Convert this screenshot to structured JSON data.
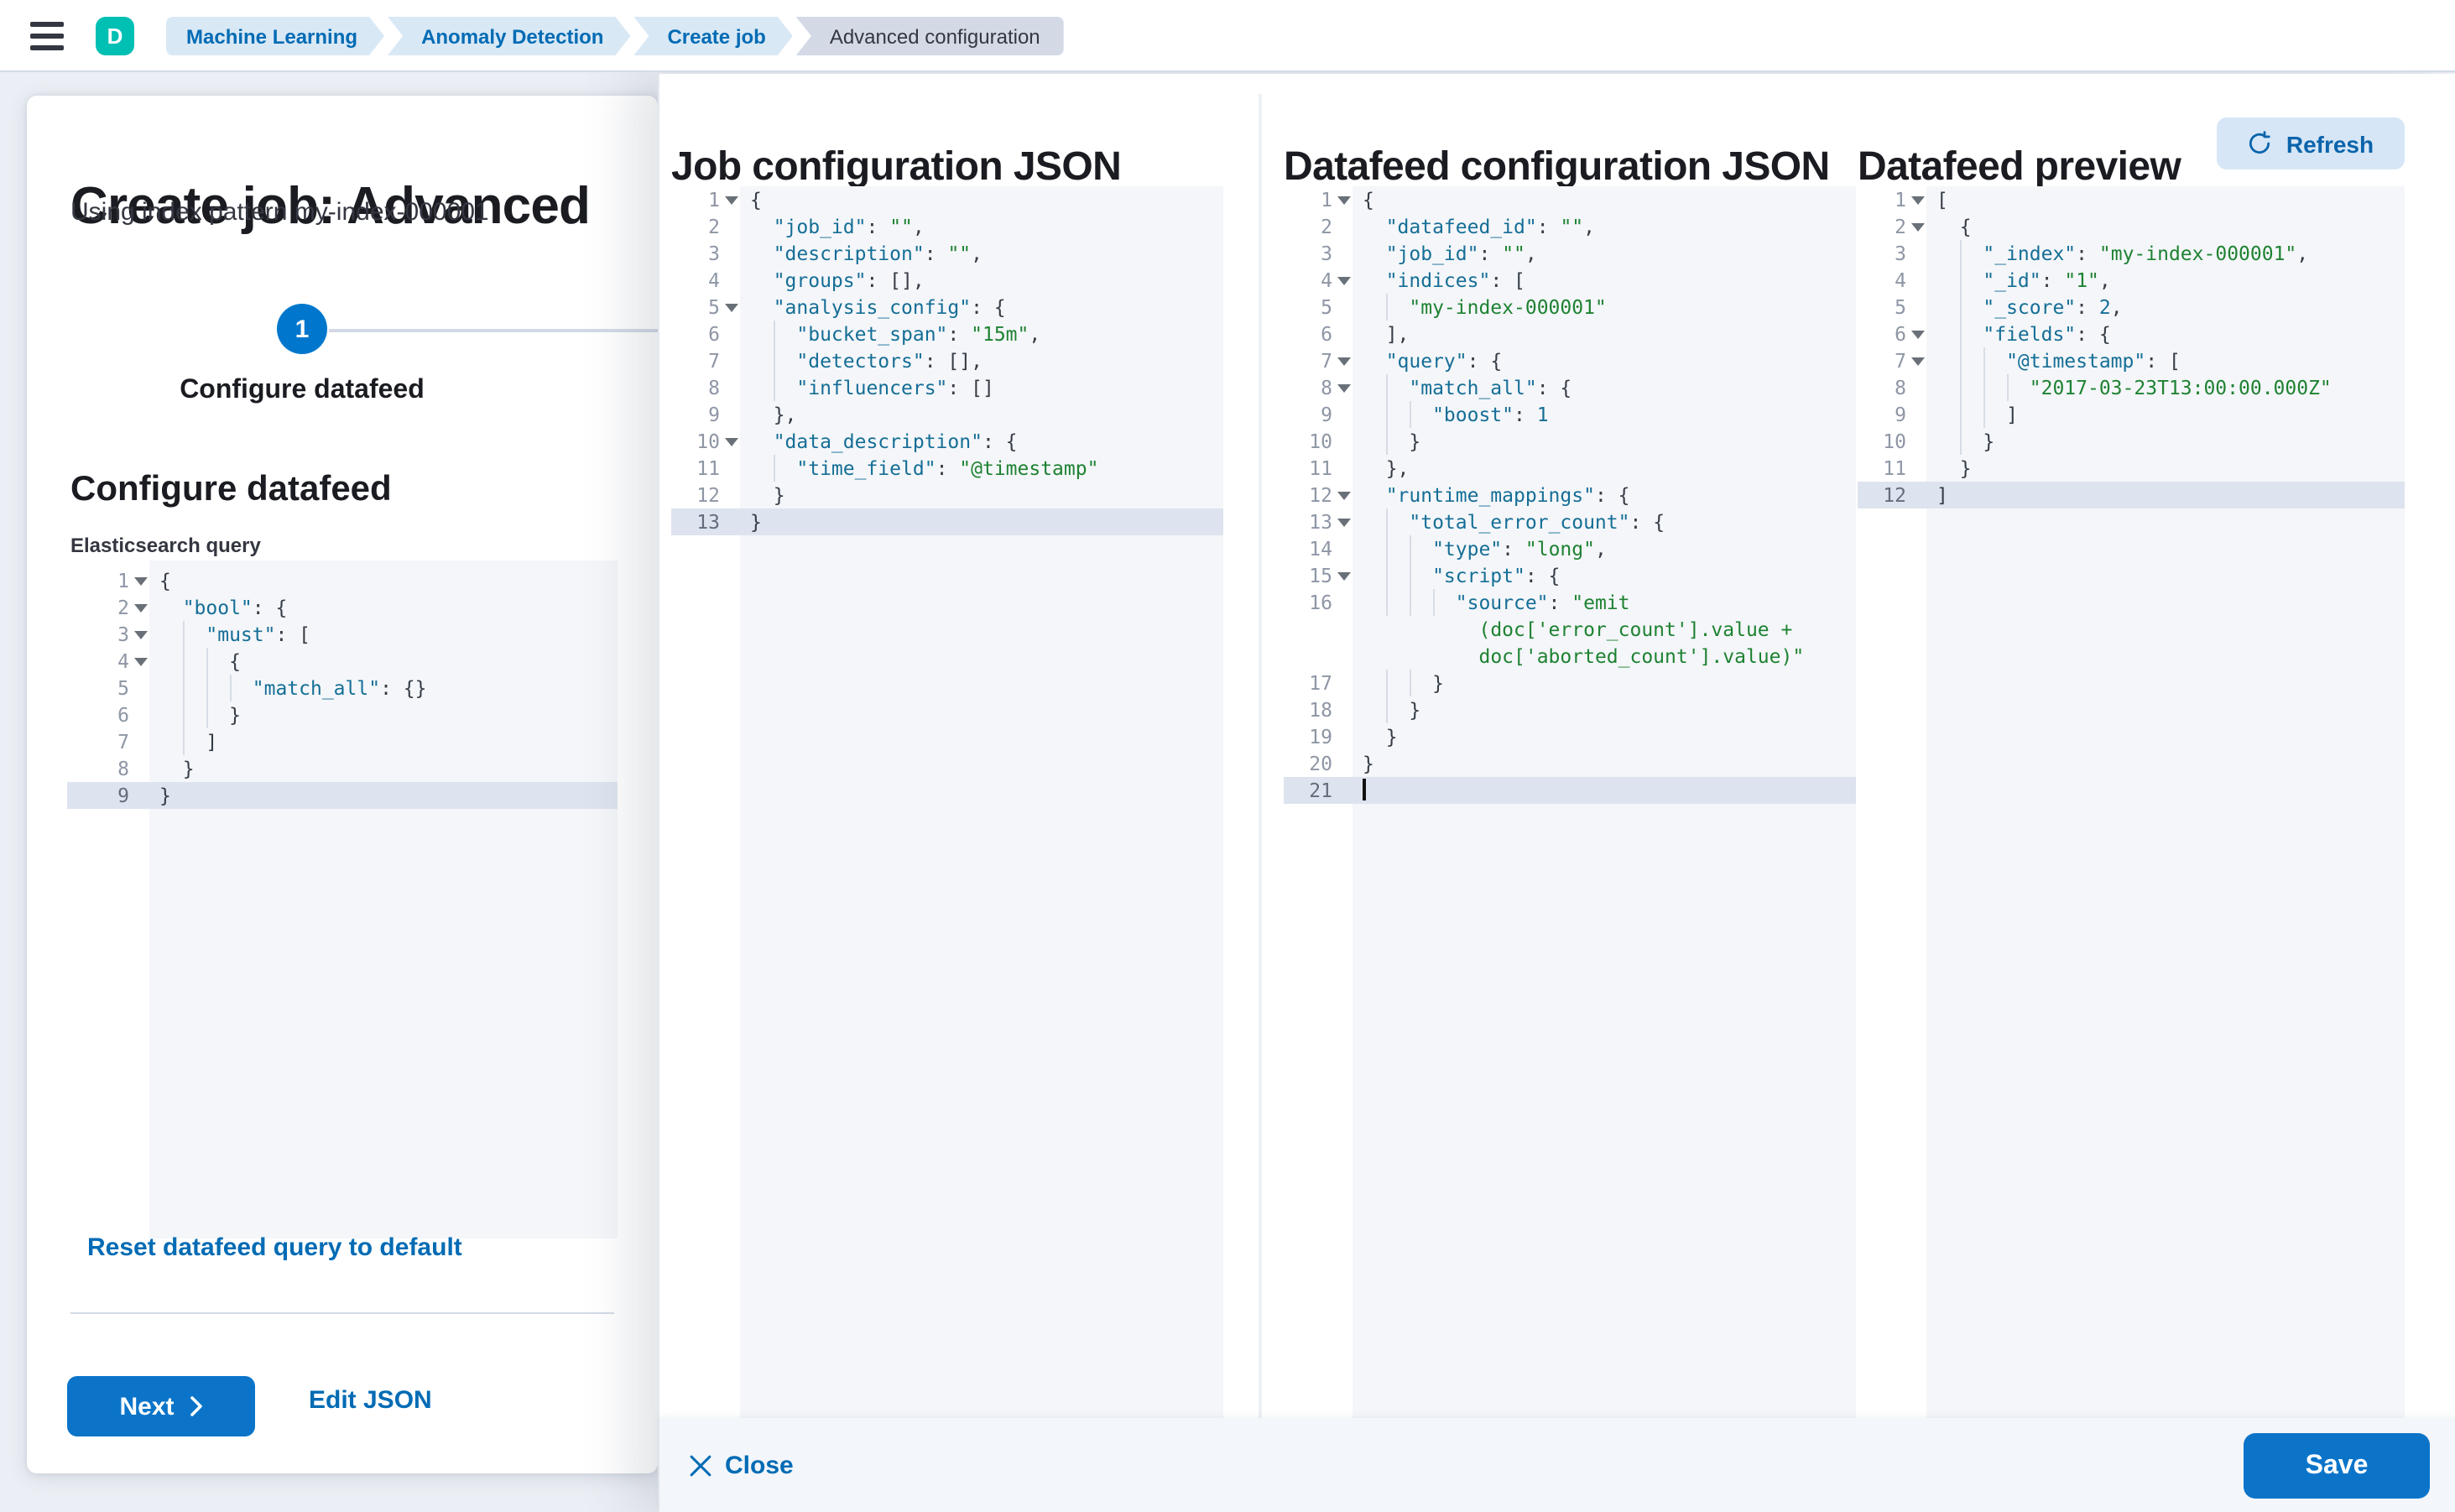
{
  "topbar": {
    "space_badge": "D",
    "breadcrumbs": [
      {
        "label": "Machine Learning"
      },
      {
        "label": "Anomaly Detection"
      },
      {
        "label": "Create job"
      },
      {
        "label": "Advanced configuration"
      }
    ]
  },
  "wizard": {
    "title": "Create job: Advanced",
    "subtitle": "Using index pattern my-index-000001",
    "step_number": "1",
    "step_label": "Configure datafeed",
    "section_title": "Configure datafeed",
    "query_label": "Elasticsearch query",
    "reset_link": "Reset datafeed query to default",
    "next_button": "Next",
    "edit_json_link": "Edit JSON"
  },
  "panels": {
    "job_config_title": "Job configuration JSON",
    "datafeed_config_title": "Datafeed configuration JSON",
    "preview_title": "Datafeed preview",
    "refresh_button": "Refresh"
  },
  "footer": {
    "close_label": "Close",
    "save_label": "Save"
  },
  "colors": {
    "primary": "#0077CC",
    "accent_teal_badge": "#00BFB3",
    "link": "#006BB4",
    "breadcrumb_blue_bg": "#d9e8f5",
    "breadcrumb_gray_bg": "#d3dae6",
    "editor_bg": "#f4f6f9",
    "active_line": "#dde4ef",
    "code_key": "#156e96",
    "code_string": "#1e8232"
  },
  "editors": {
    "es_query": {
      "rows": [
        {
          "n": "1",
          "f": true,
          "i": 0,
          "t": [
            [
              "p",
              "{"
            ]
          ]
        },
        {
          "n": "2",
          "f": true,
          "i": 1,
          "t": [
            [
              "k",
              "\"bool\""
            ],
            [
              "p",
              ": {"
            ]
          ]
        },
        {
          "n": "3",
          "f": true,
          "i": 2,
          "t": [
            [
              "k",
              "\"must\""
            ],
            [
              "p",
              ": ["
            ]
          ]
        },
        {
          "n": "4",
          "f": true,
          "i": 3,
          "t": [
            [
              "p",
              "{"
            ]
          ]
        },
        {
          "n": "5",
          "i": 4,
          "t": [
            [
              "k",
              "\"match_all\""
            ],
            [
              "p",
              ": {}"
            ]
          ]
        },
        {
          "n": "6",
          "i": 3,
          "t": [
            [
              "p",
              "}"
            ]
          ]
        },
        {
          "n": "7",
          "i": 2,
          "t": [
            [
              "p",
              "]"
            ]
          ]
        },
        {
          "n": "8",
          "i": 1,
          "t": [
            [
              "p",
              "}"
            ]
          ]
        },
        {
          "n": "9",
          "a": true,
          "i": 0,
          "t": [
            [
              "p",
              "}"
            ]
          ]
        }
      ]
    },
    "job_config": {
      "rows": [
        {
          "n": "1",
          "f": true,
          "i": 0,
          "t": [
            [
              "p",
              "{"
            ]
          ]
        },
        {
          "n": "2",
          "i": 1,
          "t": [
            [
              "k",
              "\"job_id\""
            ],
            [
              "p",
              ": "
            ],
            [
              "s",
              "\"\""
            ],
            [
              "p",
              ","
            ]
          ]
        },
        {
          "n": "3",
          "i": 1,
          "t": [
            [
              "k",
              "\"description\""
            ],
            [
              "p",
              ": "
            ],
            [
              "s",
              "\"\""
            ],
            [
              "p",
              ","
            ]
          ]
        },
        {
          "n": "4",
          "i": 1,
          "t": [
            [
              "k",
              "\"groups\""
            ],
            [
              "p",
              ": [],"
            ]
          ]
        },
        {
          "n": "5",
          "f": true,
          "i": 1,
          "t": [
            [
              "k",
              "\"analysis_config\""
            ],
            [
              "p",
              ": {"
            ]
          ]
        },
        {
          "n": "6",
          "i": 2,
          "t": [
            [
              "k",
              "\"bucket_span\""
            ],
            [
              "p",
              ": "
            ],
            [
              "s",
              "\"15m\""
            ],
            [
              "p",
              ","
            ]
          ]
        },
        {
          "n": "7",
          "i": 2,
          "t": [
            [
              "k",
              "\"detectors\""
            ],
            [
              "p",
              ": [],"
            ]
          ]
        },
        {
          "n": "8",
          "i": 2,
          "t": [
            [
              "k",
              "\"influencers\""
            ],
            [
              "p",
              ": []"
            ]
          ]
        },
        {
          "n": "9",
          "i": 1,
          "t": [
            [
              "p",
              "},"
            ]
          ]
        },
        {
          "n": "10",
          "f": true,
          "i": 1,
          "t": [
            [
              "k",
              "\"data_description\""
            ],
            [
              "p",
              ": {"
            ]
          ]
        },
        {
          "n": "11",
          "i": 2,
          "t": [
            [
              "k",
              "\"time_field\""
            ],
            [
              "p",
              ": "
            ],
            [
              "s",
              "\"@timestamp\""
            ]
          ]
        },
        {
          "n": "12",
          "i": 1,
          "t": [
            [
              "p",
              "}"
            ]
          ]
        },
        {
          "n": "13",
          "a": true,
          "i": 0,
          "t": [
            [
              "p",
              "}"
            ]
          ]
        }
      ]
    },
    "datafeed_config": {
      "rows": [
        {
          "n": "1",
          "f": true,
          "i": 0,
          "t": [
            [
              "p",
              "{"
            ]
          ]
        },
        {
          "n": "2",
          "i": 1,
          "t": [
            [
              "k",
              "\"datafeed_id\""
            ],
            [
              "p",
              ": "
            ],
            [
              "s",
              "\"\""
            ],
            [
              "p",
              ","
            ]
          ]
        },
        {
          "n": "3",
          "i": 1,
          "t": [
            [
              "k",
              "\"job_id\""
            ],
            [
              "p",
              ": "
            ],
            [
              "s",
              "\"\""
            ],
            [
              "p",
              ","
            ]
          ]
        },
        {
          "n": "4",
          "f": true,
          "i": 1,
          "t": [
            [
              "k",
              "\"indices\""
            ],
            [
              "p",
              ": ["
            ]
          ]
        },
        {
          "n": "5",
          "i": 2,
          "t": [
            [
              "s",
              "\"my-index-000001\""
            ]
          ]
        },
        {
          "n": "6",
          "i": 1,
          "t": [
            [
              "p",
              "],"
            ]
          ]
        },
        {
          "n": "7",
          "f": true,
          "i": 1,
          "t": [
            [
              "k",
              "\"query\""
            ],
            [
              "p",
              ": {"
            ]
          ]
        },
        {
          "n": "8",
          "f": true,
          "i": 2,
          "t": [
            [
              "k",
              "\"match_all\""
            ],
            [
              "p",
              ": {"
            ]
          ]
        },
        {
          "n": "9",
          "i": 3,
          "t": [
            [
              "k",
              "\"boost\""
            ],
            [
              "p",
              ": "
            ],
            [
              "n",
              "1"
            ]
          ]
        },
        {
          "n": "10",
          "i": 2,
          "t": [
            [
              "p",
              "}"
            ]
          ]
        },
        {
          "n": "11",
          "i": 1,
          "t": [
            [
              "p",
              "},"
            ]
          ]
        },
        {
          "n": "12",
          "f": true,
          "i": 1,
          "t": [
            [
              "k",
              "\"runtime_mappings\""
            ],
            [
              "p",
              ": {"
            ]
          ]
        },
        {
          "n": "13",
          "f": true,
          "i": 2,
          "t": [
            [
              "k",
              "\"total_error_count\""
            ],
            [
              "p",
              ": {"
            ]
          ]
        },
        {
          "n": "14",
          "i": 3,
          "t": [
            [
              "k",
              "\"type\""
            ],
            [
              "p",
              ": "
            ],
            [
              "s",
              "\"long\""
            ],
            [
              "p",
              ","
            ]
          ]
        },
        {
          "n": "15",
          "f": true,
          "i": 3,
          "t": [
            [
              "k",
              "\"script\""
            ],
            [
              "p",
              ": {"
            ]
          ]
        },
        {
          "n": "16",
          "i": 4,
          "t": [
            [
              "k",
              "\"source\""
            ],
            [
              "p",
              ": "
            ],
            [
              "s",
              "\"emit"
            ]
          ]
        },
        {
          "n": "",
          "pad": 10,
          "t": [
            [
              "s",
              "(doc['error_count'].value +"
            ]
          ]
        },
        {
          "n": "",
          "pad": 10,
          "t": [
            [
              "s",
              "doc['aborted_count'].value)\""
            ]
          ]
        },
        {
          "n": "17",
          "i": 3,
          "t": [
            [
              "p",
              "}"
            ]
          ]
        },
        {
          "n": "18",
          "i": 2,
          "t": [
            [
              "p",
              "}"
            ]
          ]
        },
        {
          "n": "19",
          "i": 1,
          "t": [
            [
              "p",
              "}"
            ]
          ]
        },
        {
          "n": "20",
          "i": 0,
          "t": [
            [
              "p",
              "}"
            ]
          ]
        },
        {
          "n": "21",
          "a": true,
          "i": 0,
          "cursor": true,
          "t": []
        }
      ]
    },
    "datafeed_preview": {
      "rows": [
        {
          "n": "1",
          "f": true,
          "i": 0,
          "t": [
            [
              "p",
              "["
            ]
          ]
        },
        {
          "n": "2",
          "f": true,
          "i": 1,
          "t": [
            [
              "p",
              "{"
            ]
          ]
        },
        {
          "n": "3",
          "i": 2,
          "t": [
            [
              "k",
              "\"_index\""
            ],
            [
              "p",
              ": "
            ],
            [
              "s",
              "\"my-index-000001\""
            ],
            [
              "p",
              ","
            ]
          ]
        },
        {
          "n": "4",
          "i": 2,
          "t": [
            [
              "k",
              "\"_id\""
            ],
            [
              "p",
              ": "
            ],
            [
              "s",
              "\"1\""
            ],
            [
              "p",
              ","
            ]
          ]
        },
        {
          "n": "5",
          "i": 2,
          "t": [
            [
              "k",
              "\"_score\""
            ],
            [
              "p",
              ": "
            ],
            [
              "n",
              "2"
            ],
            [
              "p",
              ","
            ]
          ]
        },
        {
          "n": "6",
          "f": true,
          "i": 2,
          "t": [
            [
              "k",
              "\"fields\""
            ],
            [
              "p",
              ": {"
            ]
          ]
        },
        {
          "n": "7",
          "f": true,
          "i": 3,
          "t": [
            [
              "k",
              "\"@timestamp\""
            ],
            [
              "p",
              ": ["
            ]
          ]
        },
        {
          "n": "8",
          "i": 4,
          "t": [
            [
              "s",
              "\"2017-03-23T13:00:00.000Z\""
            ]
          ]
        },
        {
          "n": "9",
          "i": 3,
          "t": [
            [
              "p",
              "]"
            ]
          ]
        },
        {
          "n": "10",
          "i": 2,
          "t": [
            [
              "p",
              "}"
            ]
          ]
        },
        {
          "n": "11",
          "i": 1,
          "t": [
            [
              "p",
              "}"
            ]
          ]
        },
        {
          "n": "12",
          "a": true,
          "i": 0,
          "t": [
            [
              "p",
              "]"
            ]
          ]
        }
      ]
    }
  }
}
